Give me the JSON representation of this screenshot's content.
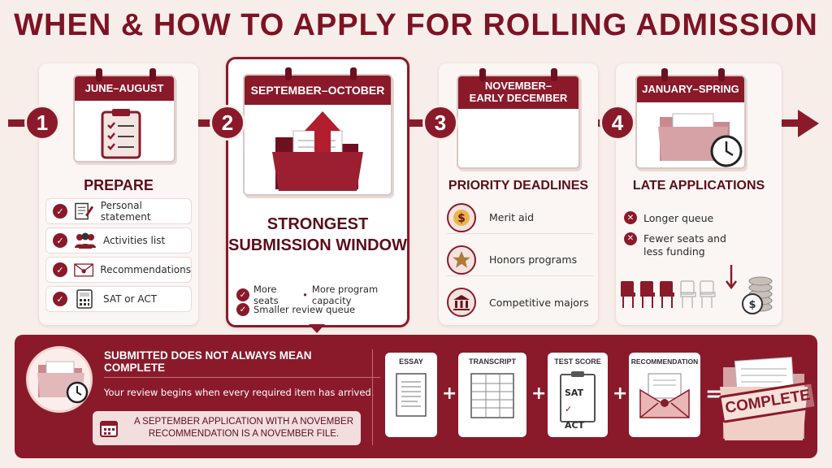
{
  "title": "WHEN & HOW TO APPLY FOR ROLLING ADMISSION",
  "steps": [
    {
      "number": "1",
      "period": "JUNE–AUGUST",
      "heading": "PREPARE",
      "items": [
        "Personal statement",
        "Activities list",
        "Recommendations",
        "SAT or ACT"
      ]
    },
    {
      "number": "2",
      "period": "SEPTEMBER–OCTOBER",
      "heading_line1": "STRONGEST",
      "heading_line2": "SUBMISSION WINDOW",
      "bullets": [
        "More seats",
        "More program capacity",
        "Smaller review queue"
      ]
    },
    {
      "number": "3",
      "period_line1": "NOVEMBER–",
      "period_line2": "EARLY DECEMBER",
      "heading": "PRIORITY DEADLINES",
      "items": [
        "Merit aid",
        "Honors programs",
        "Competitive majors"
      ]
    },
    {
      "number": "4",
      "period": "JANUARY–SPRING",
      "heading": "LATE APPLICATIONS",
      "items": [
        "Longer queue",
        "Fewer seats and less funding"
      ]
    }
  ],
  "bottom": {
    "heading": "SUBMITTED DOES NOT ALWAYS MEAN COMPLETE",
    "subtext": "Your review begins when every required item has arrived.",
    "note": "A SEPTEMBER APPLICATION WITH A NOVEMBER RECOMMENDATION IS A NOVEMBER FILE.",
    "docs": [
      "ESSAY",
      "TRANSCRIPT",
      "TEST SCORE",
      "RECOMMENDATION"
    ],
    "test_items": [
      "SAT",
      "ACT"
    ],
    "complete": "COMPLETE"
  },
  "colors": {
    "accent": "#8a1a2a",
    "background": "#f7eeea"
  }
}
